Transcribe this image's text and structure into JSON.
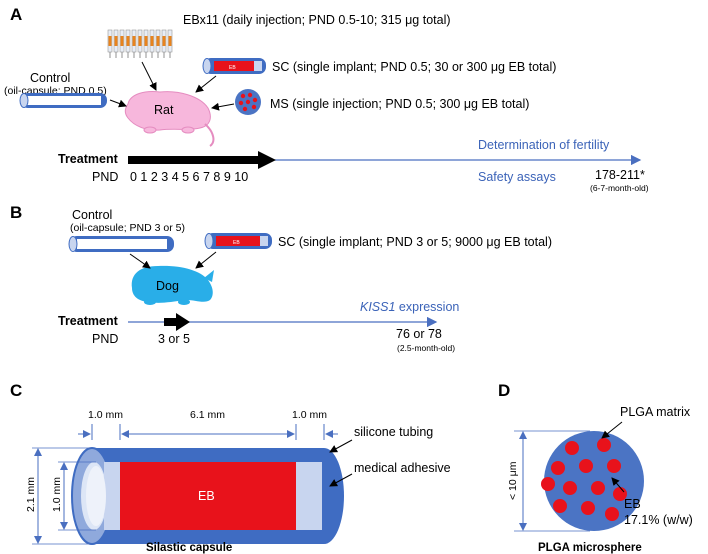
{
  "panel_a": {
    "letter": "A",
    "ebx11": "EBx11 (daily injection; PND 0.5-10; 315 μg total)",
    "control_title": "Control",
    "control_sub": "(oil-capsule; PND 0.5)",
    "sc": "SC (single implant; PND 0.5; 30 or 300 μg EB total)",
    "ms": "MS (single injection; PND 0.5; 300 μg EB total)",
    "animal": "Rat",
    "capsule_label": "EB",
    "treatment": "Treatment",
    "pnd": "PND",
    "days": "0 1 2 3 4 5 6 7 8 9 10",
    "fertility": "Determination of fertility",
    "safety": "Safety assays",
    "end_day": "178-211*",
    "end_age": "(6-7-month-old)"
  },
  "panel_b": {
    "letter": "B",
    "control_title": "Control",
    "control_sub": "(oil-capsule; PND 3 or 5)",
    "sc": "SC (single implant; PND 3 or 5; 9000 μg EB total)",
    "animal": "Dog",
    "capsule_label": "EB",
    "treatment": "Treatment",
    "pnd": "PND",
    "start_day": "3 or 5",
    "kiss_italic": "KISS1",
    "kiss_rest": " expression",
    "end_day": "76 or 78",
    "end_age": "(2.5-month-old)"
  },
  "panel_c": {
    "letter": "C",
    "dim_left": "1.0 mm",
    "dim_mid": "6.1 mm",
    "dim_right": "1.0 mm",
    "dim_outer": "2.1 mm",
    "dim_inner": "1.0 mm",
    "silicone": "silicone tubing",
    "adhesive": "medical adhesive",
    "core": "EB",
    "caption": "Silastic capsule"
  },
  "panel_d": {
    "letter": "D",
    "size": "< 10 μm",
    "matrix": "PLGA matrix",
    "eb": "EB",
    "eb_pct": "17.1% (w/w)",
    "caption": "PLGA microsphere"
  },
  "colors": {
    "timeline": "#4a6fc0",
    "capsule_body": "#3f6cc2",
    "capsule_core": "#e8121b",
    "capsule_end": "#c8d5ef",
    "rat": "#f7b7dc",
    "dog": "#29aee8",
    "sphere": "#4b74c4",
    "sphere_dot": "#e8121b"
  }
}
